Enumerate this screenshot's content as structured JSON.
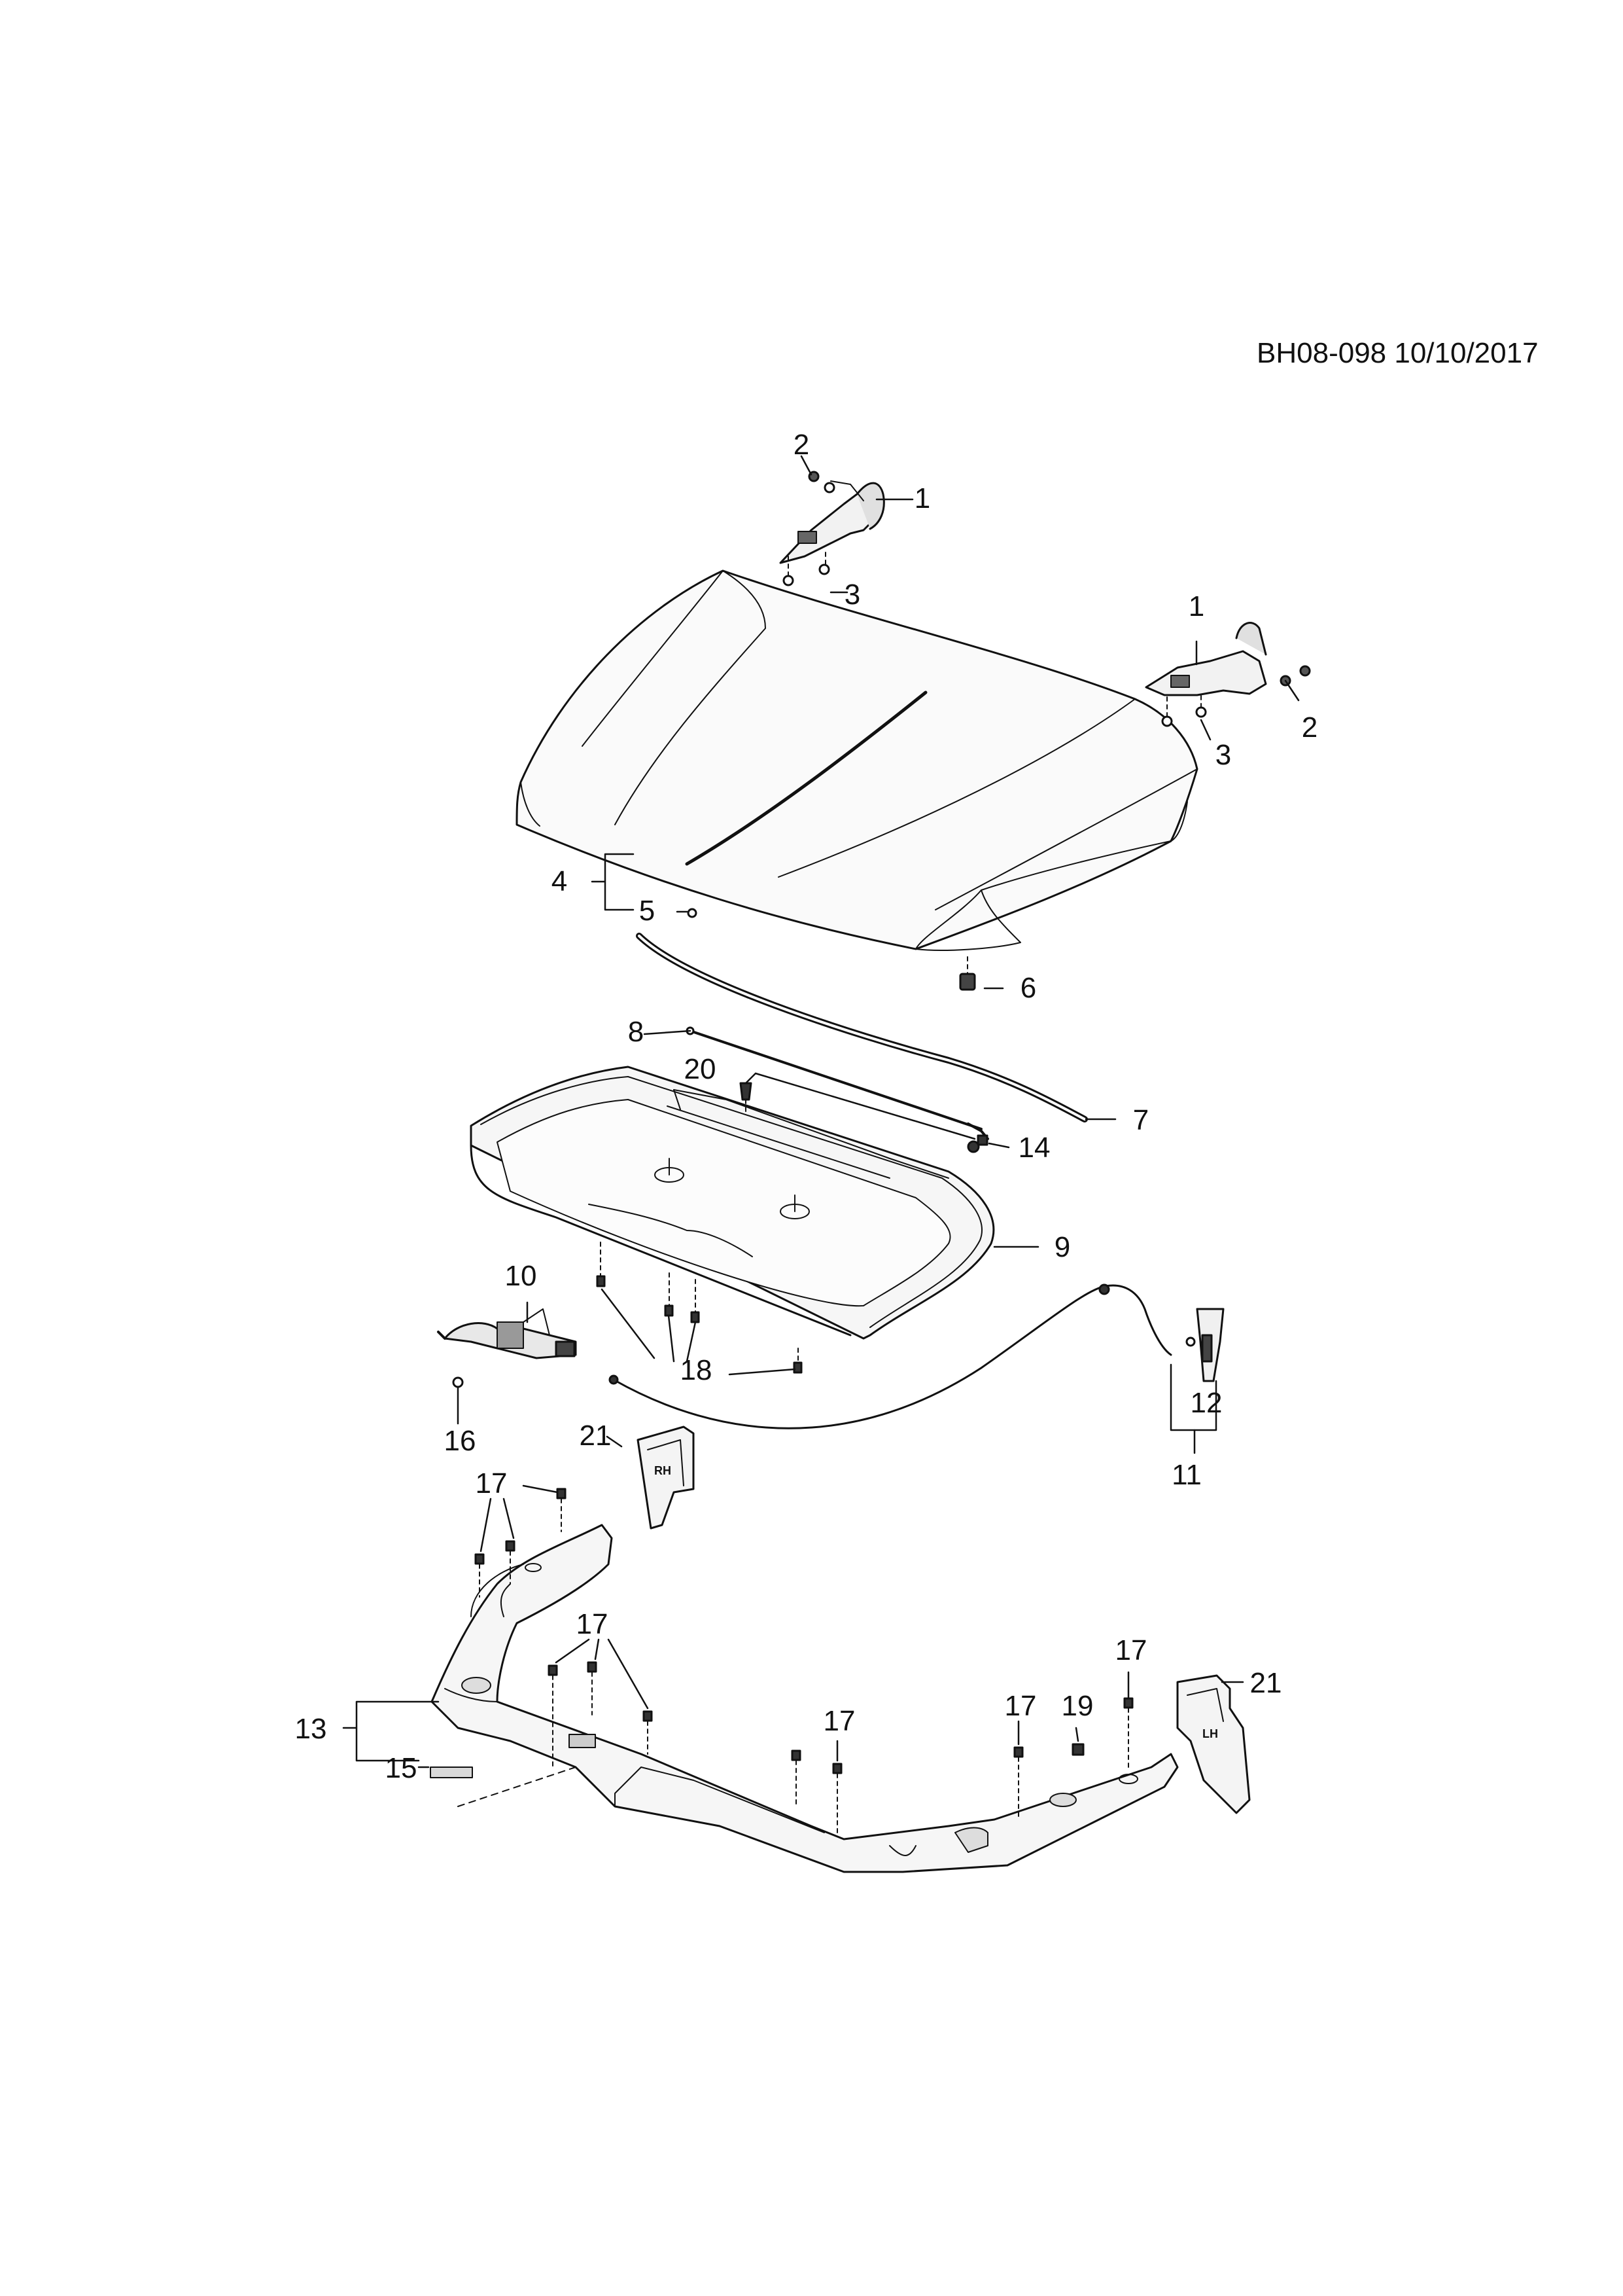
{
  "document": {
    "drawing_code": "BH08-098 10/10/2017"
  },
  "callouts": [
    {
      "id": "c1a",
      "label": "1"
    },
    {
      "id": "c2a",
      "label": "2"
    },
    {
      "id": "c3a",
      "label": "3"
    },
    {
      "id": "c1b",
      "label": "1"
    },
    {
      "id": "c2b",
      "label": "2"
    },
    {
      "id": "c3b",
      "label": "3"
    },
    {
      "id": "c4",
      "label": "4"
    },
    {
      "id": "c5",
      "label": "5"
    },
    {
      "id": "c6",
      "label": "6"
    },
    {
      "id": "c7",
      "label": "7"
    },
    {
      "id": "c8",
      "label": "8"
    },
    {
      "id": "c9",
      "label": "9"
    },
    {
      "id": "c10",
      "label": "10"
    },
    {
      "id": "c11",
      "label": "11"
    },
    {
      "id": "c12",
      "label": "12"
    },
    {
      "id": "c13",
      "label": "13"
    },
    {
      "id": "c14",
      "label": "14"
    },
    {
      "id": "c15",
      "label": "15"
    },
    {
      "id": "c16",
      "label": "16"
    },
    {
      "id": "c17a",
      "label": "17"
    },
    {
      "id": "c17b",
      "label": "17"
    },
    {
      "id": "c17c",
      "label": "17"
    },
    {
      "id": "c17d",
      "label": "17"
    },
    {
      "id": "c17e",
      "label": "17"
    },
    {
      "id": "c18",
      "label": "18"
    },
    {
      "id": "c19",
      "label": "19"
    },
    {
      "id": "c20",
      "label": "20"
    },
    {
      "id": "c21a",
      "label": "21"
    },
    {
      "id": "c21b",
      "label": "21"
    }
  ],
  "part_markings": {
    "rh": "RH",
    "lh": "LH"
  },
  "colors": {
    "line": "#111111",
    "fill_light": "#f2f2f2",
    "fill_mid": "#d9d9d9",
    "fill_dark": "#555555"
  }
}
